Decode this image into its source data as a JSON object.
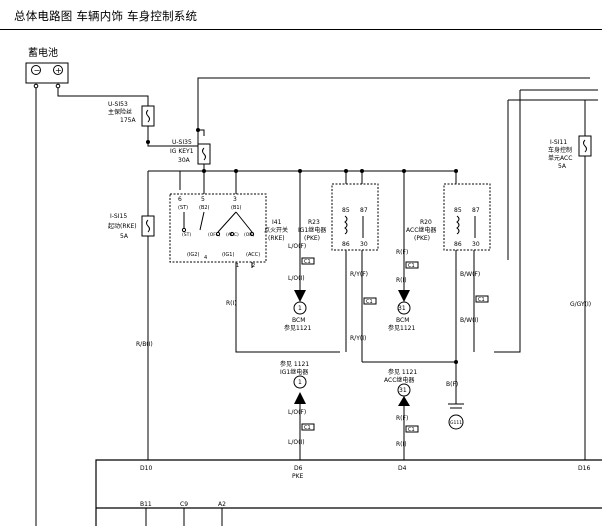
{
  "header": {
    "title": "总体电路图  车辆内饰  车身控制系统"
  },
  "battery": {
    "label": "蓄电池",
    "minus": "−",
    "plus": "+"
  },
  "fuses": [
    {
      "id": "U-SI53",
      "name": "主保险丝",
      "rating": "175A"
    },
    {
      "id": "U-SI35",
      "name": "IG KEY1",
      "rating": "30A"
    },
    {
      "id": "I-SI15",
      "name": "起动(RKE)",
      "rating": "5A"
    },
    {
      "id": "I-SI11",
      "name": "车身控制",
      "name2": "单元ACC",
      "rating": "5A"
    }
  ],
  "ignition_switch": {
    "id": "I41",
    "name": "点火开关",
    "sub": "(RKE)",
    "pin_top": [
      "6",
      "5",
      "3"
    ],
    "pin_top_labels": [
      "(ST)",
      "(B2)",
      "(B1)"
    ],
    "contacts": [
      "(OFF)",
      "(ACC)",
      "(ON)",
      "(ST)"
    ],
    "pin_bottom_labels": [
      "(IG2)",
      "(IG1)",
      "(ACC)"
    ],
    "pin_bottom": [
      "4",
      "1",
      "2"
    ]
  },
  "relays": [
    {
      "id": "R23",
      "name": "IG1继电器",
      "sub": "(PKE)",
      "pins": [
        "85",
        "87",
        "86",
        "30"
      ]
    },
    {
      "id": "R20",
      "name": "ACC继电器",
      "sub": "(PKE)",
      "pins": [
        "85",
        "87",
        "86",
        "30"
      ]
    }
  ],
  "wires": {
    "ls": "L/O(F)",
    "ls_i": "L/O(I)",
    "ry": "R/Y(F)",
    "ry_i": "R/Y(I)",
    "rf": "R(F)",
    "rf_i": "R(I)",
    "bw": "B/W(F)",
    "bw_i": "B/W(I)",
    "r_i": "R(I)",
    "rb_i": "R/B(I)",
    "ggy": "G/GY(I)",
    "bf": "B(F)"
  },
  "connectors": {
    "c1": "C1"
  },
  "refs": {
    "bcm1": {
      "pin": "1",
      "name": "BCM",
      "ref": "参见1121"
    },
    "bcm31": {
      "pin": "31",
      "name": "BCM",
      "ref": "参见1121"
    },
    "ig1": {
      "ref": "参见 1121",
      "name": "IG1继电器",
      "pin": "1"
    },
    "acc": {
      "ref": "参见 1121",
      "name": "ACC继电器",
      "pin": "31"
    }
  },
  "ground": {
    "id": "G111"
  },
  "module_pins": {
    "d10": "D10",
    "d6": "D6",
    "d6b": "PKE",
    "d4": "D4",
    "d16": "D16"
  },
  "bottom_pins": {
    "b11": "B11",
    "c9": "C9",
    "a2": "A2"
  }
}
